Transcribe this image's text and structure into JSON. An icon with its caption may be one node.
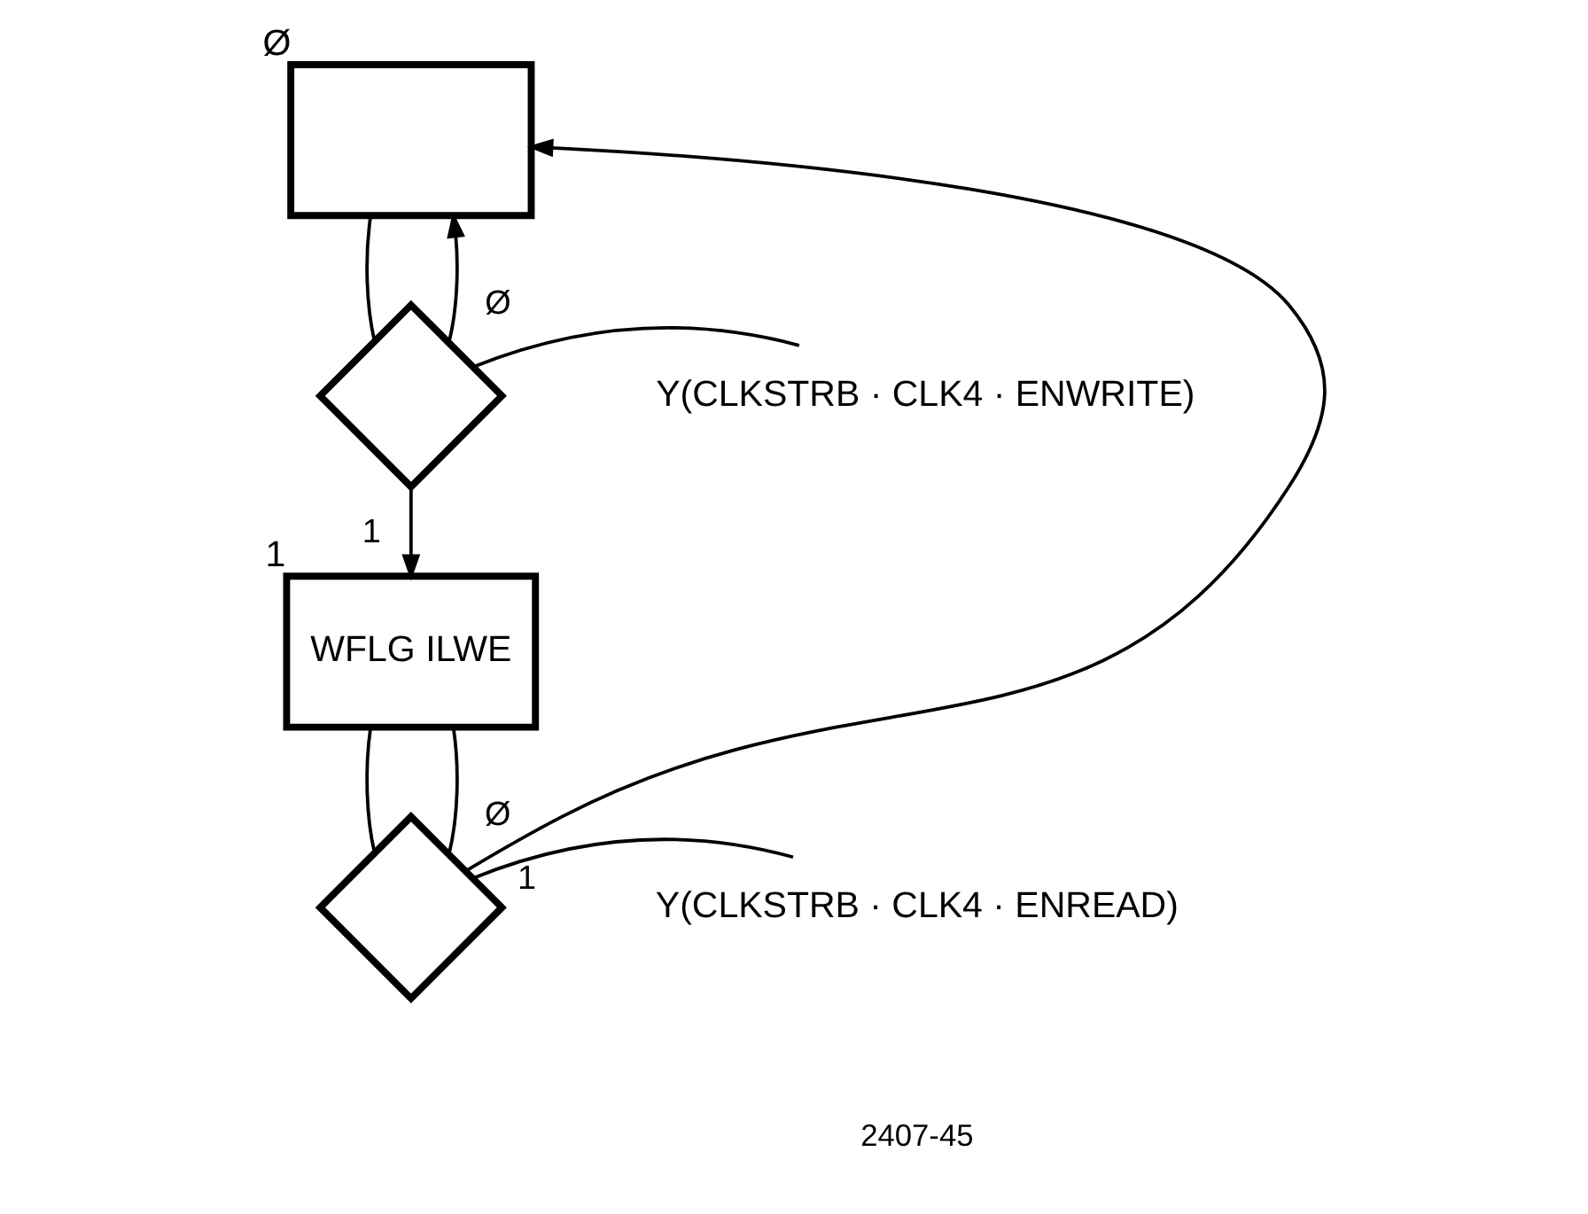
{
  "diagram": {
    "nodes": [
      {
        "text": [],
        "shape": "box",
        "beside": [
          "Ø"
        ]
      },
      {
        "text": [],
        "shape": "diamond"
      },
      {
        "text": [
          "Y(CLKSTRB · CLK4 · ENWRITE)"
        ]
      },
      {
        "text": [
          "WFLG ILWE"
        ],
        "beside": [
          "1"
        ]
      },
      {
        "text": [],
        "shape": "diamond"
      },
      {
        "text": [
          "Y(CLKSTRB · CLK4 · ENREAD)"
        ]
      }
    ],
    "edges": [
      {
        "from": 0,
        "to": 1,
        "arrow": "none"
      },
      {
        "from": 1,
        "to": 0,
        "arrow": "to",
        "label": "Ø"
      },
      {
        "from": 1,
        "to": 3,
        "arrow": "to",
        "label": "1"
      },
      {
        "from": 3,
        "to": 4,
        "arrow": "none"
      },
      {
        "from": 4,
        "to": 3,
        "arrow": "none",
        "label": "Ø"
      },
      {
        "from": 4,
        "to": 0,
        "arrow": "to",
        "label": "1"
      },
      {
        "from": 2,
        "to": 1,
        "arrow": "none"
      },
      {
        "from": 5,
        "to": 4,
        "arrow": "none"
      }
    ],
    "labels": [
      "2407-45"
    ]
  }
}
